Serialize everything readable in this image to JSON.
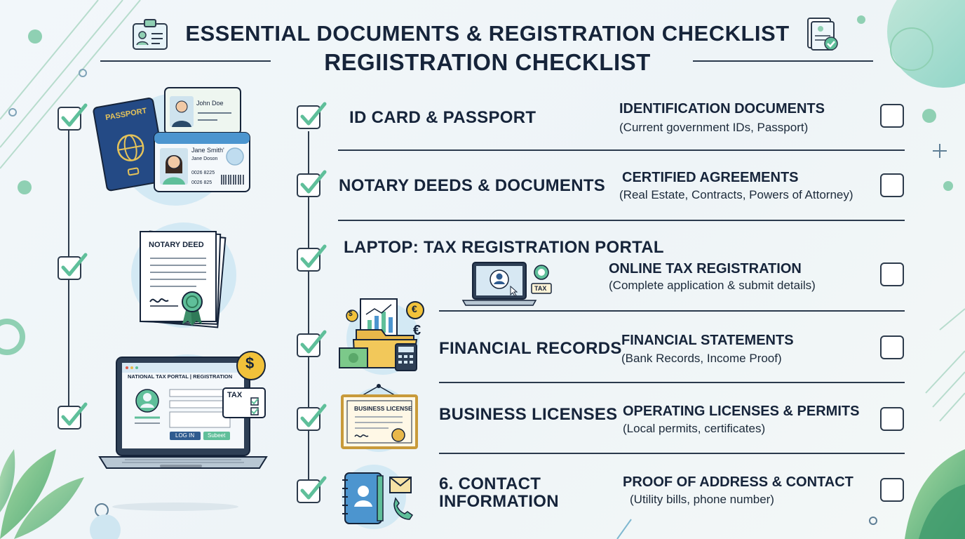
{
  "header": {
    "title_line1": "ESSENTIAL DOCUMENTS & REGISTRATION CHECKLIST",
    "title_line2": "REGIISTRATION CHECKLIST"
  },
  "illustrations": {
    "id_card_1": {
      "name": "John Doe"
    },
    "id_card_2": {
      "name": "Jane Smith'",
      "line1": "Jane Doson",
      "line2": "0026 8225",
      "line3": "0026 825"
    },
    "passport_label": "PASSPORT",
    "notary_label": "NOTARY DEED",
    "laptop_portal": {
      "banner": "NATIONAL TAX PORTAL | REGISTRATION",
      "login": "LOG IN",
      "submit": "Subeet",
      "tax_badge": "TAX"
    },
    "tax_laptop_badge": "TAX",
    "business_license_label": "BUSINESS LICENSE"
  },
  "rows": [
    {
      "title": "ID CARD & PASSPORT",
      "heading": "IDENTIFICATION DOCUMENTS",
      "detail": "(Current government IDs, Passport)",
      "mid_checked": true,
      "right_checked": false
    },
    {
      "title": "NOTARY DEEDS & DOCUMENTS",
      "heading": "CERTIFIED AGREEMENTS",
      "detail": "(Real Estate, Contracts, Powers of Attorney)",
      "mid_checked": true,
      "right_checked": false
    },
    {
      "title": "LAPTOP: TAX REGISTRATION PORTAL",
      "heading": "ONLINE TAX REGISTRATION",
      "detail": "(Complete application & submit details)",
      "mid_checked": true,
      "right_checked": false
    },
    {
      "title": "FINANCIAL RECORDS",
      "heading": "FINANCIAL STATEMENTS",
      "detail": "(Bank Records, Income Proof)",
      "mid_checked": true,
      "right_checked": false
    },
    {
      "title": "BUSINESS LICENSES",
      "heading": "OPERATING LICENSES & PERMITS",
      "detail": "(Local permits, certificates)",
      "mid_checked": true,
      "right_checked": false
    },
    {
      "title_line1": "6. CONTACT",
      "title_line2": "INFORMATION",
      "heading": "PROOF OF ADDRESS & CONTACT",
      "detail": "(Utility bills, phone number)",
      "mid_checked": true,
      "right_checked": false
    }
  ],
  "colors": {
    "accent_green": "#5fbf9a",
    "ink": "#16243a",
    "light_blue": "#d3e9f4"
  }
}
